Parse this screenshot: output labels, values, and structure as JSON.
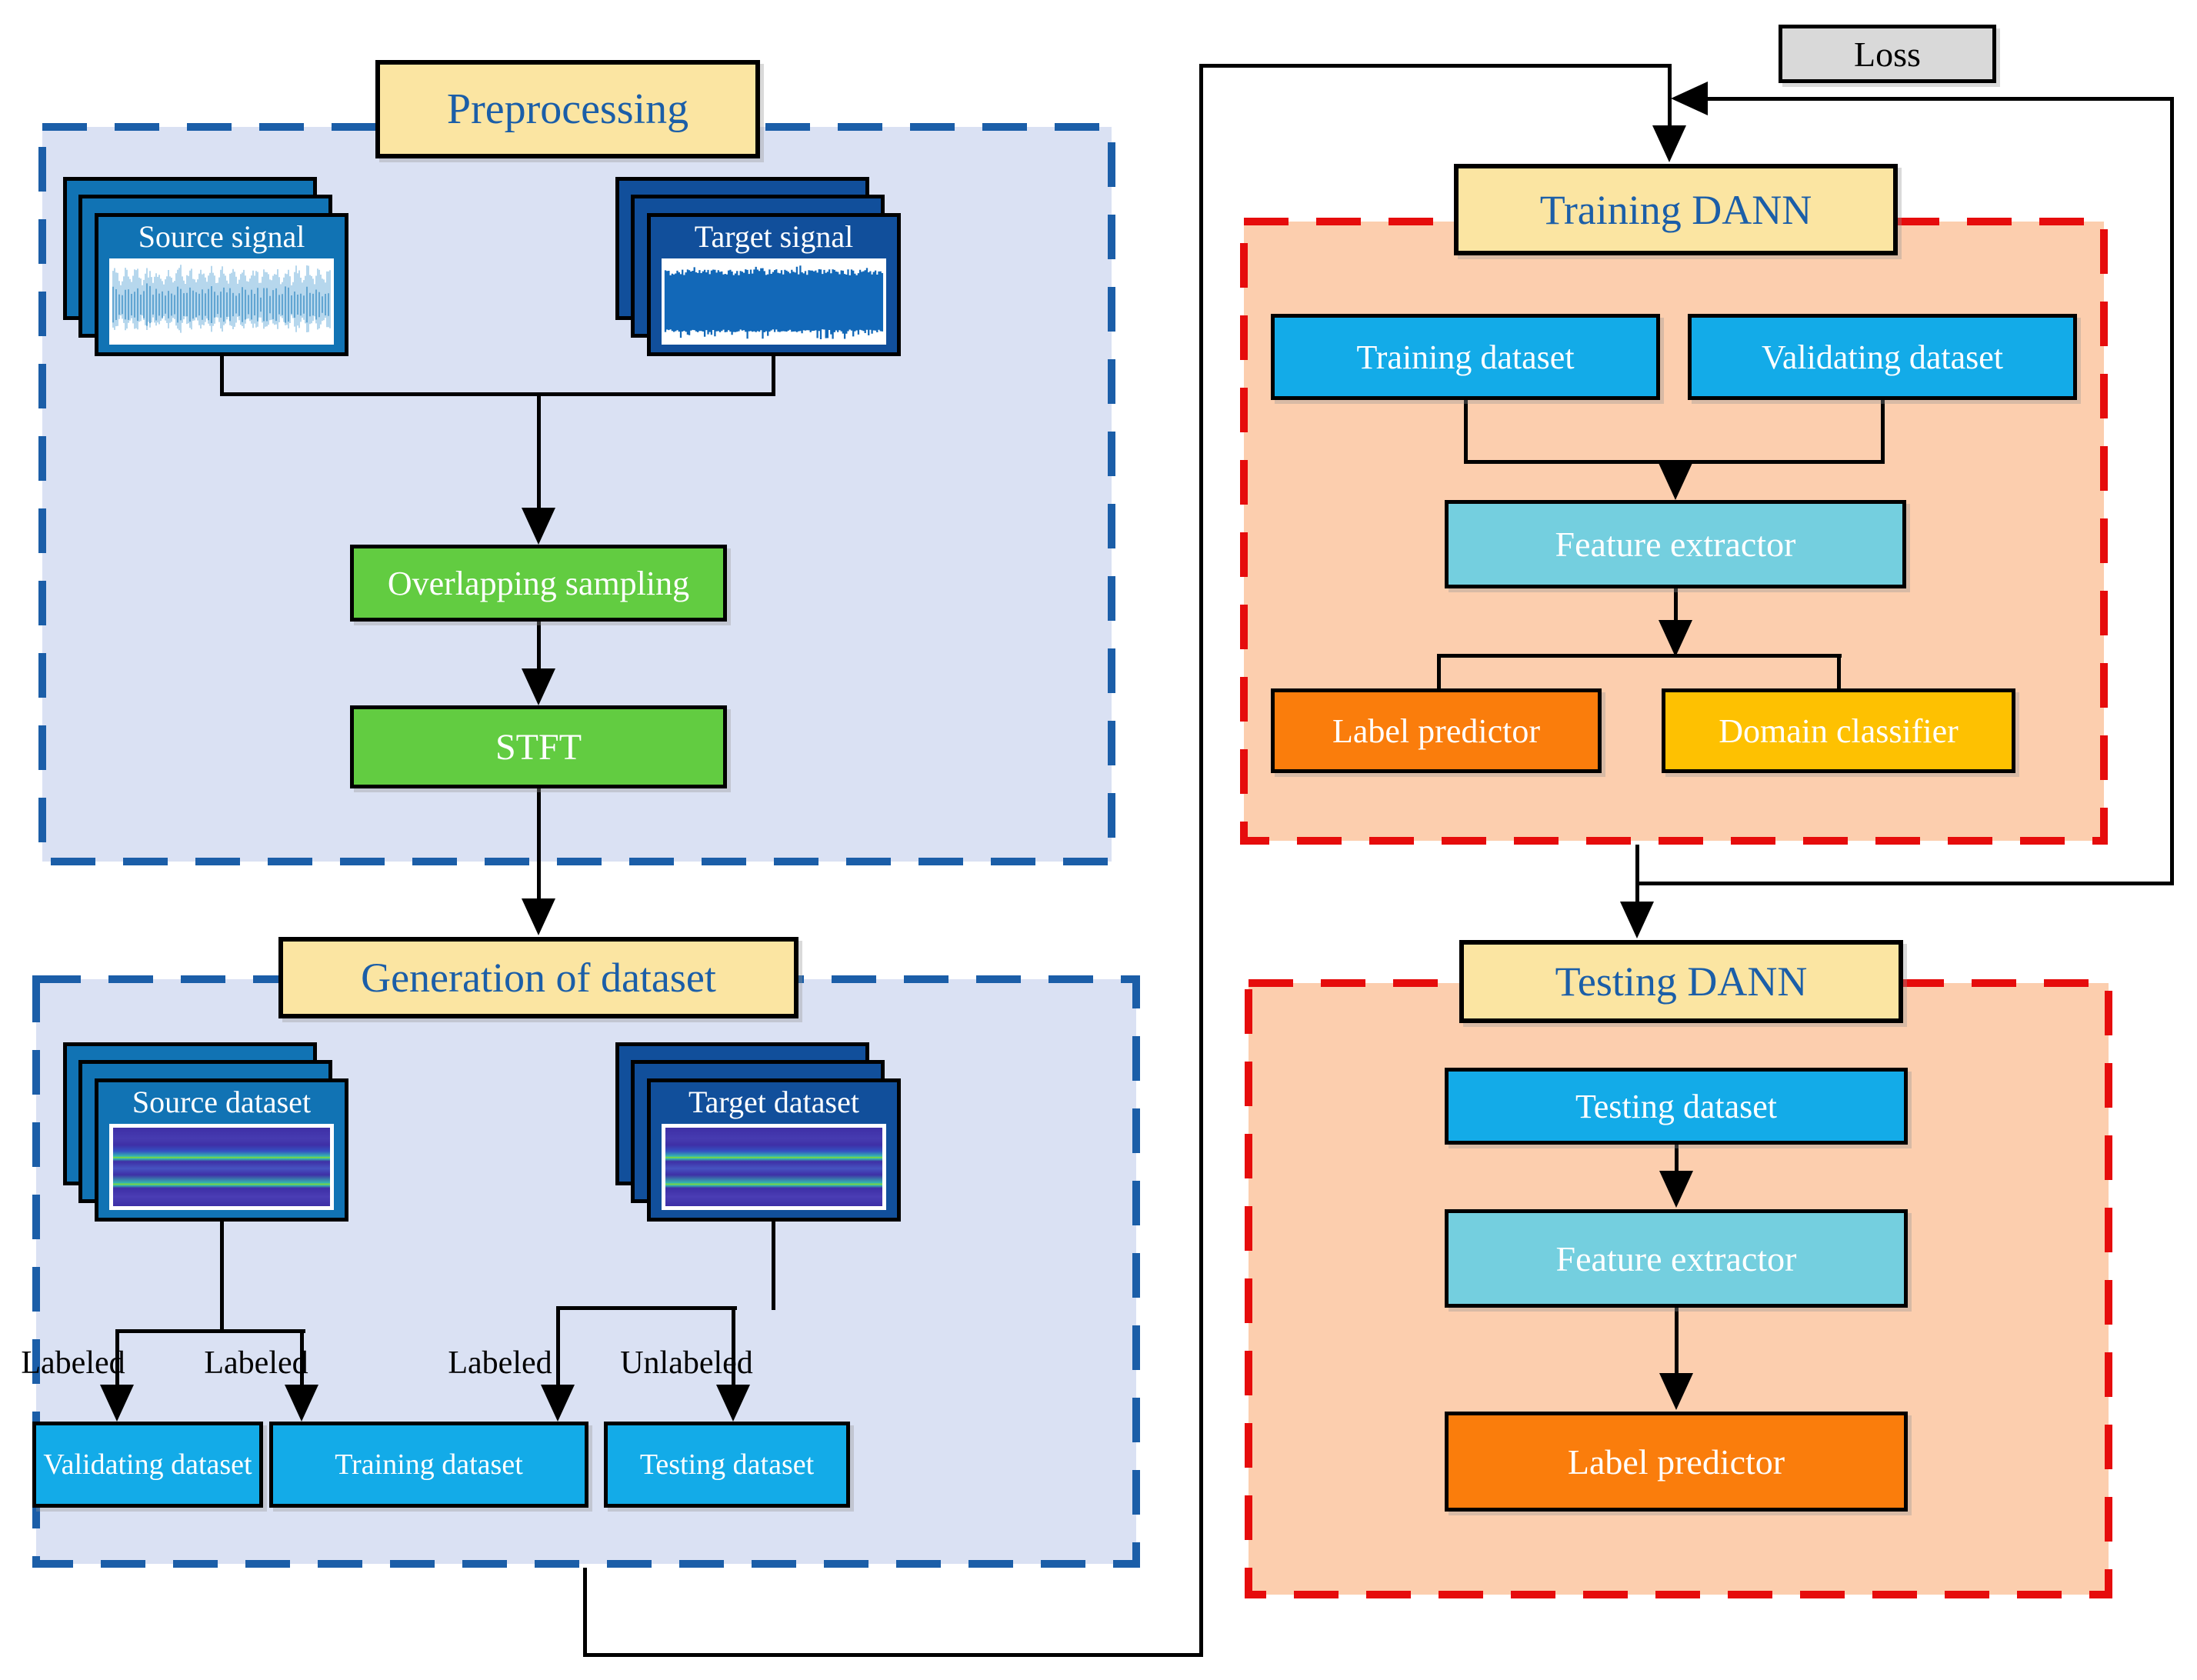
{
  "diagram": {
    "titles": {
      "preprocessing": "Preprocessing",
      "generation": "Generation of dataset",
      "training_dann": "Training DANN",
      "testing_dann": "Testing DANN"
    },
    "loss_label": "Loss",
    "signal_cards": {
      "source_signal": "Source signal",
      "target_signal": "Target signal"
    },
    "dataset_cards": {
      "source_dataset": "Source dataset",
      "target_dataset": "Target dataset"
    },
    "process_boxes": {
      "overlapping_sampling": "Overlapping sampling",
      "stft": "STFT"
    },
    "edge_labels": {
      "source_to_validating": "Labeled",
      "source_to_training": "Labeled",
      "target_to_training": "Labeled",
      "target_to_testing": "Unlabeled"
    },
    "generated_datasets": {
      "validating": "Validating dataset",
      "training": "Training dataset",
      "testing": "Testing dataset"
    },
    "training_block": {
      "training_dataset": "Training dataset",
      "validating_dataset": "Validating dataset",
      "feature_extractor": "Feature extractor",
      "label_predictor": "Label predictor",
      "domain_classifier": "Domain classifier"
    },
    "testing_block": {
      "testing_dataset": "Testing dataset",
      "feature_extractor": "Feature extractor",
      "label_predictor": "Label predictor"
    },
    "colors": {
      "left_container_fill": "#dae1f3",
      "left_container_border": "#1b5ea8",
      "right_container_fill": "#fcceae",
      "right_container_border": "#e60c0c",
      "title_fill": "#fbe5a2",
      "title_text": "#1b5ea8",
      "dataset_blue": "#13abe8",
      "feature_extractor_cyan": "#74cfdf",
      "label_predictor_orange": "#fa7d0c",
      "domain_classifier_amber": "#fec101",
      "process_green": "#62cc41",
      "signal_card_blue": "#1173b4",
      "signal_card_navy": "#114f9b",
      "loss_gray": "#d9d9d9",
      "waveform_source": "#4d9fd4",
      "waveform_target": "#1268b8"
    }
  }
}
